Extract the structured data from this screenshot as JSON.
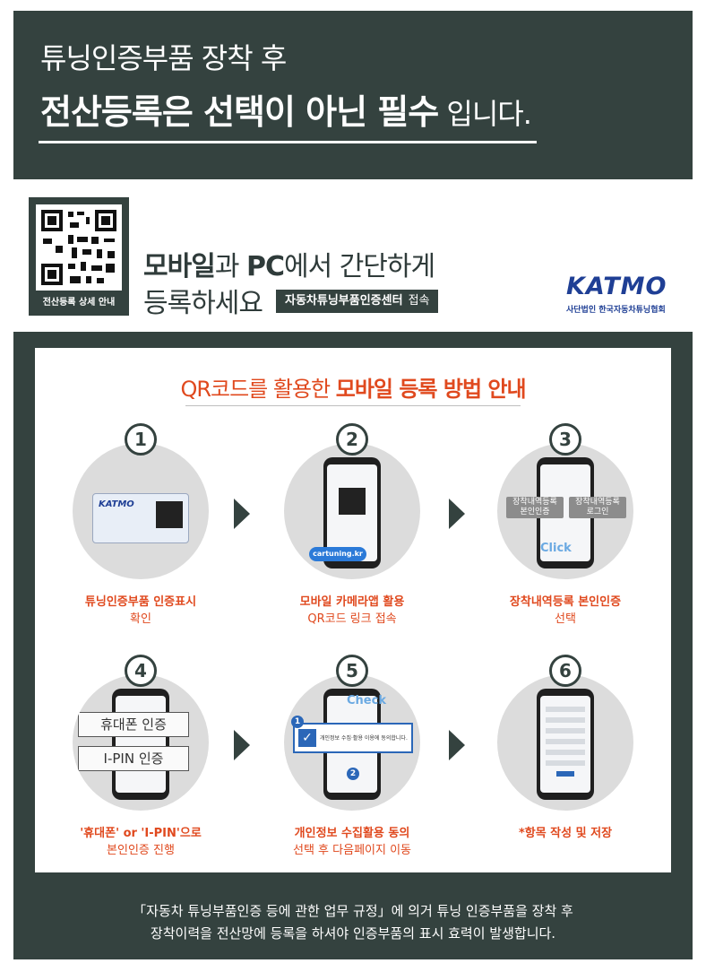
{
  "top_banner": {
    "line1": "튜닝인증부품 장착 후",
    "line2_bold": "전산등록은 선택이 아닌 필수",
    "line2_rest": " 입니다."
  },
  "qr_section": {
    "caption": "전산등록 상세 안내"
  },
  "headline": {
    "part1_bold": "모바일",
    "part1_rest": "과 ",
    "part2_bold": "PC",
    "part2_rest": "에서 간단하게",
    "line2": "등록하세요",
    "tag_bold": "자동차튜닝부품인증센터",
    "tag_rest": "접속"
  },
  "logo": {
    "word": "KATMO",
    "sub": "사단법인 한국자동차튜닝협회"
  },
  "guide": {
    "title_normal": "QR코드를 활용한 ",
    "title_bold": "모바일 등록 방법 안내",
    "steps": [
      {
        "num": "1",
        "cap_line1": "튜닝인증부품 인증표시",
        "cap_line2": "확인"
      },
      {
        "num": "2",
        "cap_line1": "모바일 카메라앱 활용",
        "cap_line2": "QR코드 링크 접속"
      },
      {
        "num": "3",
        "cap_line1": "장착내역등록 본인인증",
        "cap_line2": "선택"
      },
      {
        "num": "4",
        "cap_line1": "'휴대폰' or 'I-PIN'으로",
        "cap_line2": "본인인증 진행"
      },
      {
        "num": "5",
        "cap_line1": "개인정보 수집활용 동의",
        "cap_line2": "선택 후 다음페이지 이동"
      },
      {
        "num": "6",
        "cap_line1": "*항목 작성 및 저장",
        "cap_line2": ""
      }
    ],
    "step1_card_logo": "KATMO",
    "step2_link": "cartuning.kr",
    "step3_btn1": "장착내역등록\n본인인증",
    "step3_btn2": "장착내역등록\n로그인",
    "step3_click": "Click",
    "step4_btn1": "휴대폰 인증",
    "step4_btn2": "I-PIN 인증",
    "step5_check": "Check",
    "step5_consent": "개인정보 수집·활용 이용에 동의합니다.",
    "step5_badge1": "1",
    "step5_badge2": "2"
  },
  "footer": {
    "line1": "「자동차 튜닝부품인증 등에 관한 업무 규정」에 의거 튜닝 인증부품을 장착 후",
    "line2": "장착이력을 전산망에 등록을 하셔야 인증부품의 표시 효력이 발생합니다."
  },
  "colors": {
    "dark_green": "#34423f",
    "accent_orange": "#e0491e",
    "katmo_blue": "#1f3f95"
  }
}
